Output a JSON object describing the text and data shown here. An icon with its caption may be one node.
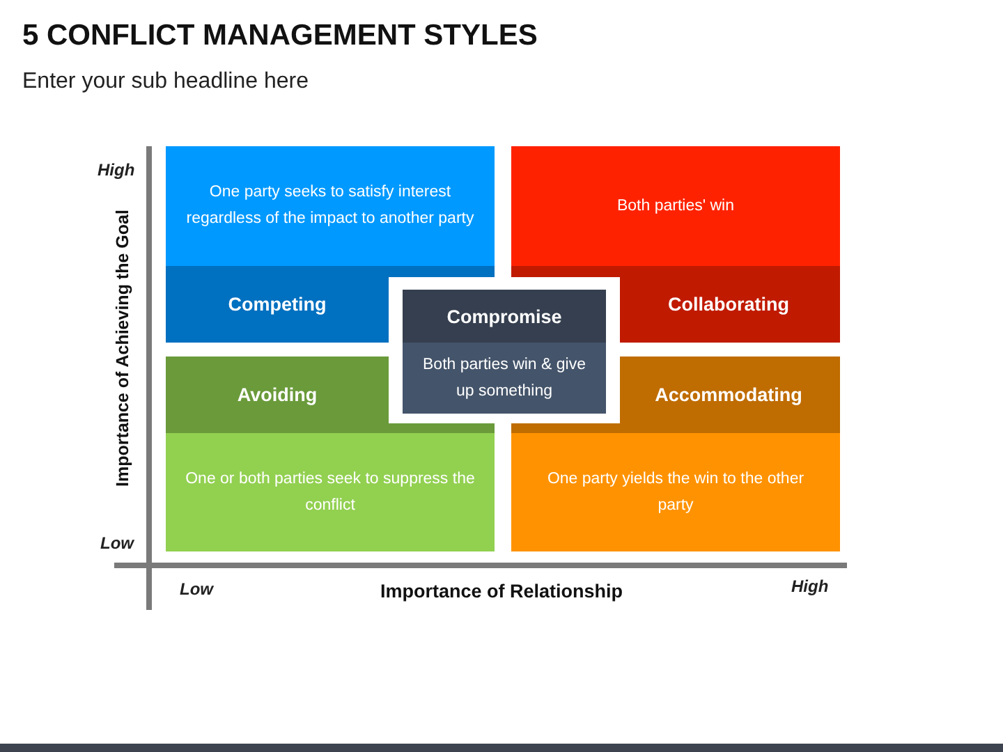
{
  "diagram": {
    "title": "5 CONFLICT MANAGEMENT STYLES",
    "nodes": [
      {
        "text": [
          "One party seeks to satisfy interest regardless of the impact to another party",
          "Competing"
        ]
      },
      {
        "text": [
          "Both parties' win",
          "Collaborating"
        ]
      },
      {
        "text": [
          "Compromise",
          "Both parties win & give up something"
        ]
      },
      {
        "text": [
          "Avoiding",
          "One or both parties seek to suppress the conflict"
        ]
      },
      {
        "text": [
          "Accommodating",
          "One party yields the win to the other party"
        ]
      }
    ],
    "edges": [],
    "labels": [
      "Enter your sub headline here",
      "High",
      "Importance of Achieving the Goal",
      "Low",
      "Low",
      "Importance of Relationship",
      "High"
    ]
  }
}
